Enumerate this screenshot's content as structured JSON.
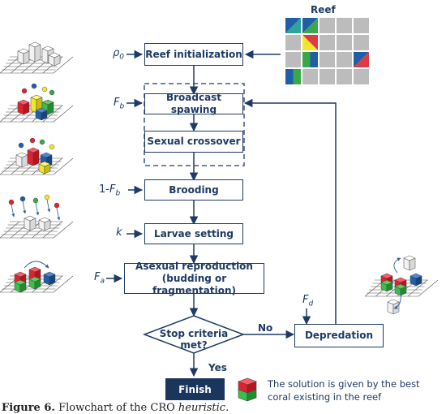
{
  "reef_label": "Reef",
  "inputs": {
    "rho0_main": "ρ",
    "rho0_sub": "0",
    "fb_main": "F",
    "fb_sub": "b",
    "one_minus_fb_prefix": "1-",
    "one_minus_fb_main": "F",
    "one_minus_fb_sub": "b",
    "k": "k",
    "fa_main": "F",
    "fa_sub": "a",
    "fd_main": "F",
    "fd_sub": "d"
  },
  "steps": {
    "reef_init": "Reef initialization",
    "broadcast": "Broadcast spawing",
    "crossover": "Sexual crossover",
    "brooding": "Brooding",
    "larvae": "Larvae setting",
    "asexual_line1": "Asexual reproduction",
    "asexual_line2": "(budding or fragmentation)",
    "decision": "Stop criteria met?",
    "depredation": "Depredation",
    "finish": "Finish"
  },
  "branch_labels": {
    "no": "No",
    "yes": "Yes"
  },
  "solution_note_line1": "The solution is given by the best",
  "solution_note_line2": "coral existing in the reef",
  "caption": {
    "figure": "Figure 6.",
    "text": "Flowchart of the CRO",
    "italic": "heuristic."
  },
  "colors": {
    "line": "#1f3a64",
    "finish_fill": "#1a365d",
    "blue": "#1f5fa8",
    "green": "#3aa84a",
    "red": "#e03a45",
    "yellow": "#f2e62b",
    "teal": "#2aa59a",
    "gray": "#bcbcbc"
  }
}
